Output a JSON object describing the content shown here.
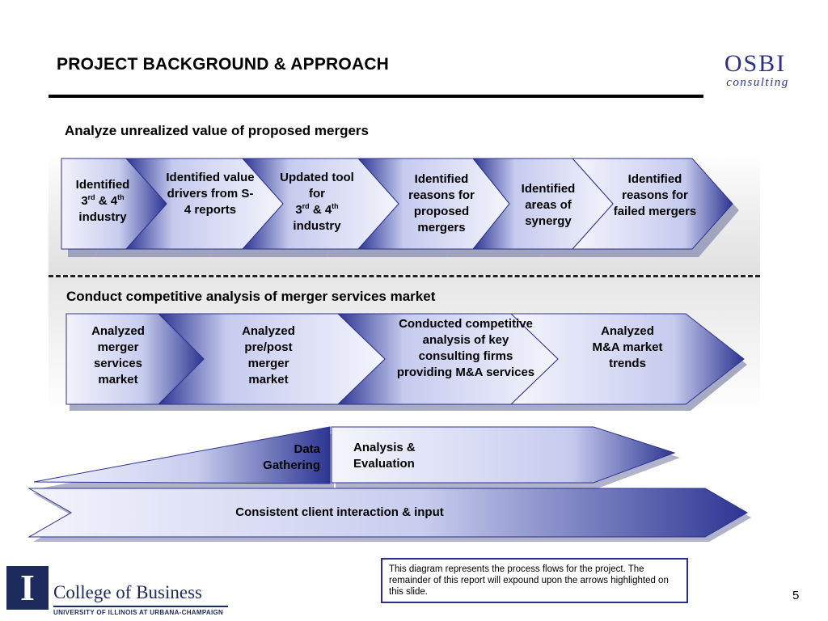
{
  "slide": {
    "title": "PROJECT BACKGROUND & APPROACH",
    "page_number": "5"
  },
  "logo": {
    "main": "OSBI",
    "sub": "consulting"
  },
  "section1": {
    "heading": "Analyze unrealized value of proposed mergers",
    "steps": [
      {
        "before": "Identified",
        "l2a": "3",
        "l2sup": "rd",
        "l2b": " & 4",
        "l2sup2": "th",
        "after": "industry"
      },
      {
        "text": "Identified value drivers from S-4 reports"
      },
      {
        "before": "Updated tool for",
        "l2a": "3",
        "l2sup": "rd",
        "l2b": " & 4",
        "l2sup2": "th",
        "after": "industry"
      },
      {
        "text": "Identified reasons for proposed mergers"
      },
      {
        "text": "Identified areas of synergy"
      },
      {
        "text": "Identified reasons for failed mergers"
      }
    ]
  },
  "section2": {
    "heading": "Conduct competitive analysis of merger services market",
    "steps": [
      {
        "text": "Analyzed merger services market"
      },
      {
        "text": "Analyzed pre/post merger market"
      },
      {
        "text": "Conducted competitive analysis of key consulting firms providing M&A services"
      },
      {
        "text": "Analyzed M&A market trends"
      }
    ]
  },
  "phases": {
    "data_gathering": "Data Gathering",
    "analysis": "Analysis & Evaluation",
    "client": "Consistent client interaction & input"
  },
  "note": "This diagram represents the process flows for the project.  The remainder of this report will expound upon the arrows highlighted on this slide.",
  "university": {
    "college": "College of Business",
    "name": "UNIVERSITY OF ILLINOIS AT URBANA-CHAMPAIGN"
  },
  "colors": {
    "dark_blue": "#2a2f8a",
    "shape_light": "#eef0fb",
    "shape_dark": "#2a3290"
  }
}
